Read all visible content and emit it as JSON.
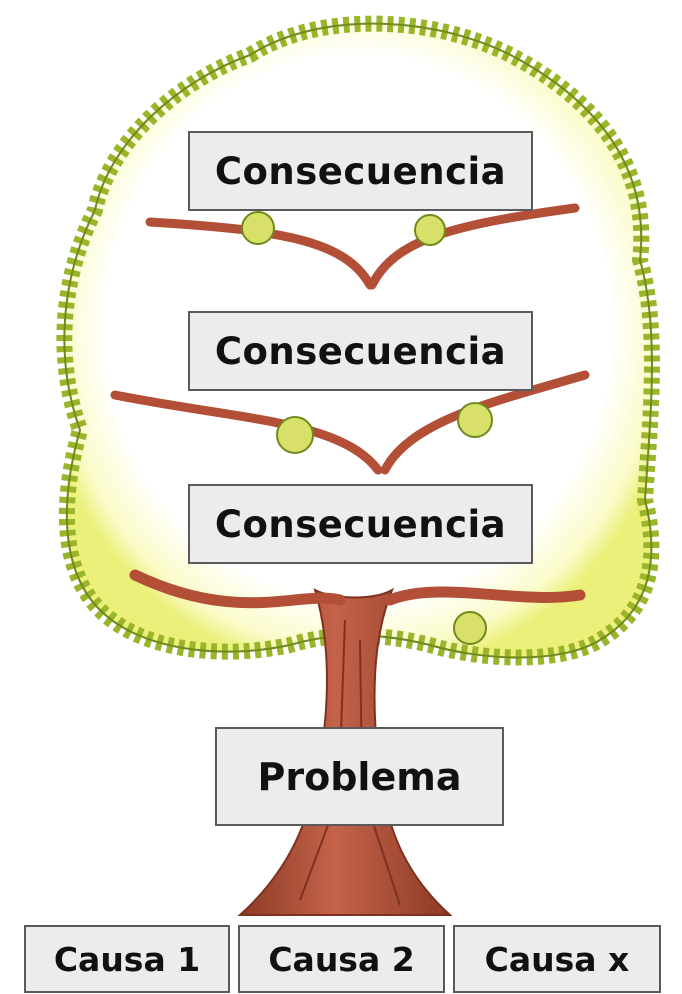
{
  "consequences": [
    {
      "label": "Consecuencia"
    },
    {
      "label": "Consecuencia"
    },
    {
      "label": "Consecuencia"
    }
  ],
  "problem": {
    "label": "Problema"
  },
  "causes": [
    {
      "label": "Causa 1"
    },
    {
      "label": "Causa 2"
    },
    {
      "label": "Causa x"
    }
  ],
  "colors": {
    "foliage_outline": "#9ab52a",
    "foliage_fill": "#eaf07a",
    "foliage_glow": "#fbfbc8",
    "trunk": "#b24f36",
    "trunk_dark": "#7e3120",
    "box_fill": "#ececec",
    "box_border": "#5a5a5a"
  }
}
